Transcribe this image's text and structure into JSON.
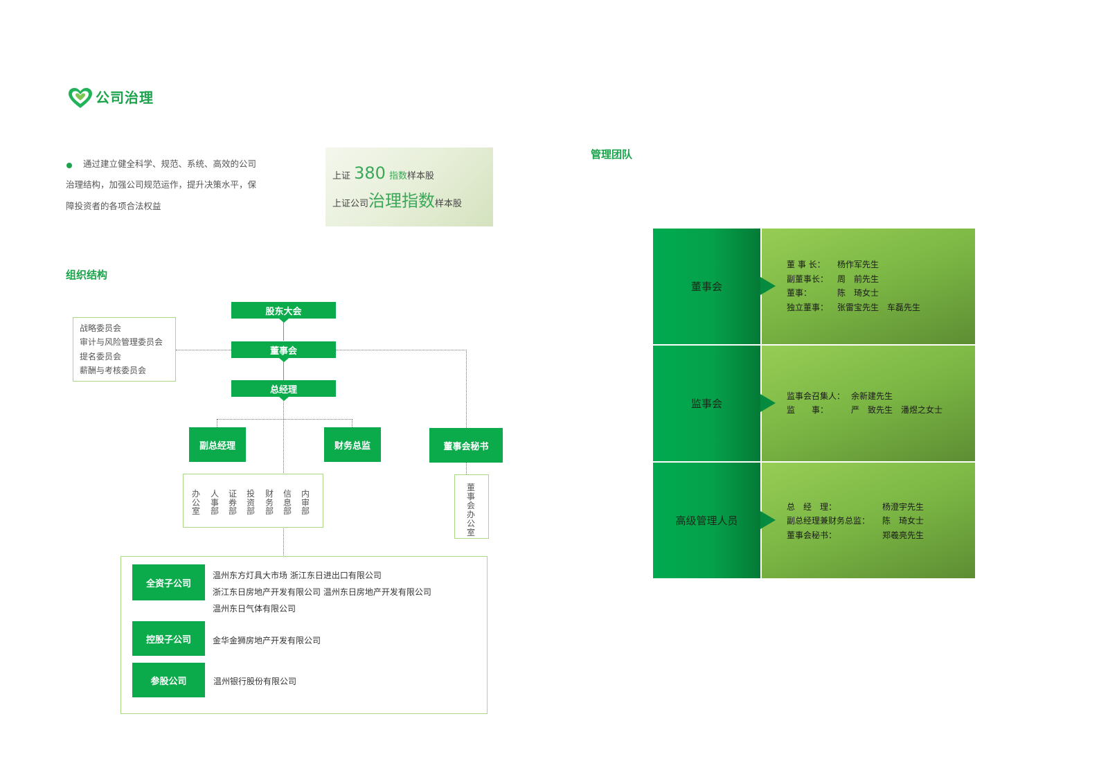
{
  "header": {
    "title": "公司治理",
    "logo_icon": "green-heart-logo-icon"
  },
  "intro": {
    "lines": [
      "通过建立健全科学、规范、系统、高效的公司",
      "治理结构，加强公司规范运作，提升决策水平，保",
      "障投资者的各项合法权益"
    ]
  },
  "index_box": {
    "line1_prefix": "上证",
    "line1_number": "380",
    "line1_green": "指数",
    "line1_suffix": "样本股",
    "line2_prefix": "上证公司",
    "line2_green": "治理指数",
    "line2_suffix": "样本股"
  },
  "org": {
    "section_title": "组织结构",
    "shareholders": "股东大会",
    "board": "董事会",
    "gm": "总经理",
    "deputy_gm": "副总经理",
    "cfo": "财务总监",
    "secretary": "董事会秘书",
    "committees": [
      "战略委员会",
      "审计与风险管理委员会",
      "提名委员会",
      "薪酬与考核委员会"
    ],
    "departments": [
      "办公室",
      "人事部",
      "证券部",
      "投资部",
      "财务部",
      "信息部",
      "内审部"
    ],
    "board_office": "董事会办公室",
    "subsidiaries": {
      "wholly_owned": {
        "label": "全资子公司",
        "lines": [
          "温州东方灯具大市场    浙江东日进出口有限公司",
          "浙江东日房地产开发有限公司    温州东日房地产开发有限公司",
          "温州东日气体有限公司"
        ]
      },
      "holding": {
        "label": "控股子公司",
        "lines": [
          "金华金狮房地产开发有限公司"
        ]
      },
      "participating": {
        "label": "参股公司",
        "lines": [
          "温州银行股份有限公司"
        ]
      }
    }
  },
  "management": {
    "section_title": "管理团队",
    "groups": [
      {
        "name": "董事会",
        "lines": [
          {
            "role": "董 事 长：",
            "people": "杨作军先生"
          },
          {
            "role": "副董事长：",
            "people": "周　前先生"
          },
          {
            "role": "董事：",
            "people": "陈　琦女士"
          },
          {
            "role": "独立董事：",
            "people": "张雷宝先生　车磊先生"
          }
        ]
      },
      {
        "name": "监事会",
        "lines": [
          {
            "role": "监事会召集人：",
            "people": "余新建先生"
          },
          {
            "role": "监　　事：",
            "people": "严　致先生　潘煜之女士"
          }
        ]
      },
      {
        "name": "高级管理人员",
        "lines": [
          {
            "role": "总　经　理：",
            "people": "杨澄宇先生"
          },
          {
            "role": "副总经理兼财务总监：",
            "people": "陈　琦女士"
          },
          {
            "role": "董事会秘书：",
            "people": "郑羲亮先生"
          }
        ]
      }
    ]
  },
  "colors": {
    "brand_green": "#1aa34a",
    "node_green": "#0bab4c",
    "light_green": "#8cc751"
  }
}
